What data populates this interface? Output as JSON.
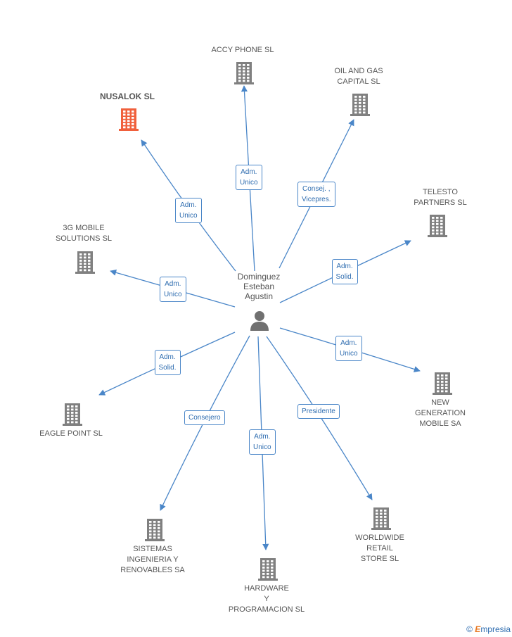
{
  "colors": {
    "line": "#4a86c8",
    "building": "#808080",
    "highlight": "#f0603c",
    "person": "#707070"
  },
  "center": {
    "name": "Dominguez\nEsteban\nAgustin",
    "icon": "person-icon"
  },
  "companies": [
    {
      "id": "accy",
      "name": "ACCY PHONE SL",
      "role": "Adm.\nUnico",
      "highlight": false
    },
    {
      "id": "oilgas",
      "name": "OIL AND GAS\nCAPITAL SL",
      "role": "Consej. ,\nVicepres.",
      "highlight": false
    },
    {
      "id": "nusalok",
      "name": "NUSALOK SL",
      "role": "Adm.\nUnico",
      "highlight": true
    },
    {
      "id": "telesto",
      "name": "TELESTO\nPARTNERS  SL",
      "role": "Adm.\nSolid.",
      "highlight": false
    },
    {
      "id": "3gmobile",
      "name": "3G MOBILE\nSOLUTIONS SL",
      "role": "Adm.\nUnico",
      "highlight": false
    },
    {
      "id": "newgen",
      "name": "NEW\nGENERATION\nMOBILE SA",
      "role": "Adm.\nUnico",
      "highlight": false
    },
    {
      "id": "eagle",
      "name": "EAGLE POINT  SL",
      "role": "Adm.\nSolid.",
      "highlight": false
    },
    {
      "id": "sistemas",
      "name": "SISTEMAS\nINGENIERIA Y\nRENOVABLES SA",
      "role": "Consejero",
      "highlight": false
    },
    {
      "id": "hardware",
      "name": "HARDWARE\nY\nPROGRAMACION SL",
      "role": "Adm.\nUnico",
      "highlight": false
    },
    {
      "id": "worldwide",
      "name": "WORLDWIDE\nRETAIL\nSTORE SL",
      "role": "Presidente",
      "highlight": false
    }
  ],
  "footer": {
    "copyright": "©",
    "brand_first": "E",
    "brand_rest": "mpresia"
  }
}
